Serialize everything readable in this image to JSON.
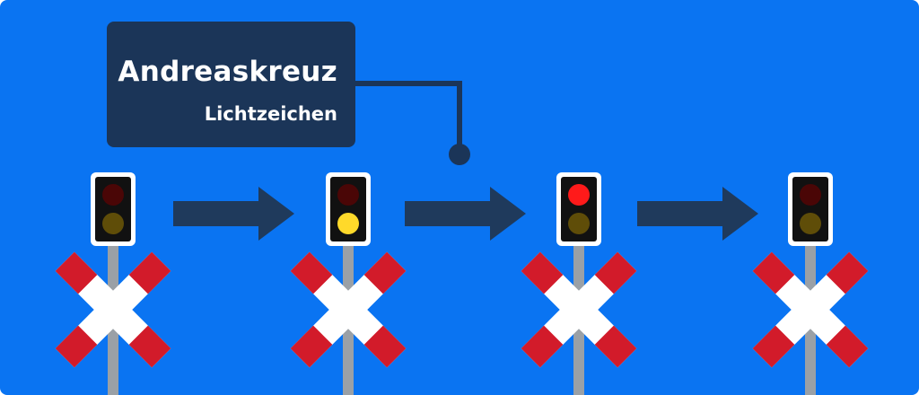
{
  "colors": {
    "background": "#0a74f2",
    "label_box": "#1b3558",
    "arrow": "#1f3a5c",
    "signal_housing": "#111111",
    "signal_border": "#ffffff",
    "lamp_off_top": "#4a0606",
    "lamp_off_bottom": "#5f4d08",
    "lamp_yellow_on": "#ffd92a",
    "lamp_red_on": "#ff1a1a",
    "cross_red": "#d21b2a",
    "cross_white": "#ffffff",
    "pole": "#9aa0a6"
  },
  "label": {
    "title": "Andreaskreuz",
    "subtitle": "Lichtzeichen"
  },
  "signals": [
    {
      "name": "signal-1",
      "top_lamp": "off",
      "bottom_lamp": "off"
    },
    {
      "name": "signal-2",
      "top_lamp": "off",
      "bottom_lamp": "yellow"
    },
    {
      "name": "signal-3",
      "top_lamp": "red",
      "bottom_lamp": "off"
    },
    {
      "name": "signal-4",
      "top_lamp": "off",
      "bottom_lamp": "off"
    }
  ],
  "arrows": [
    {
      "name": "arrow-1"
    },
    {
      "name": "arrow-2"
    },
    {
      "name": "arrow-3"
    }
  ],
  "icons": [
    "andreaskreuz-icon",
    "traffic-signal-icon",
    "right-arrow-icon",
    "connector-dot-icon"
  ]
}
